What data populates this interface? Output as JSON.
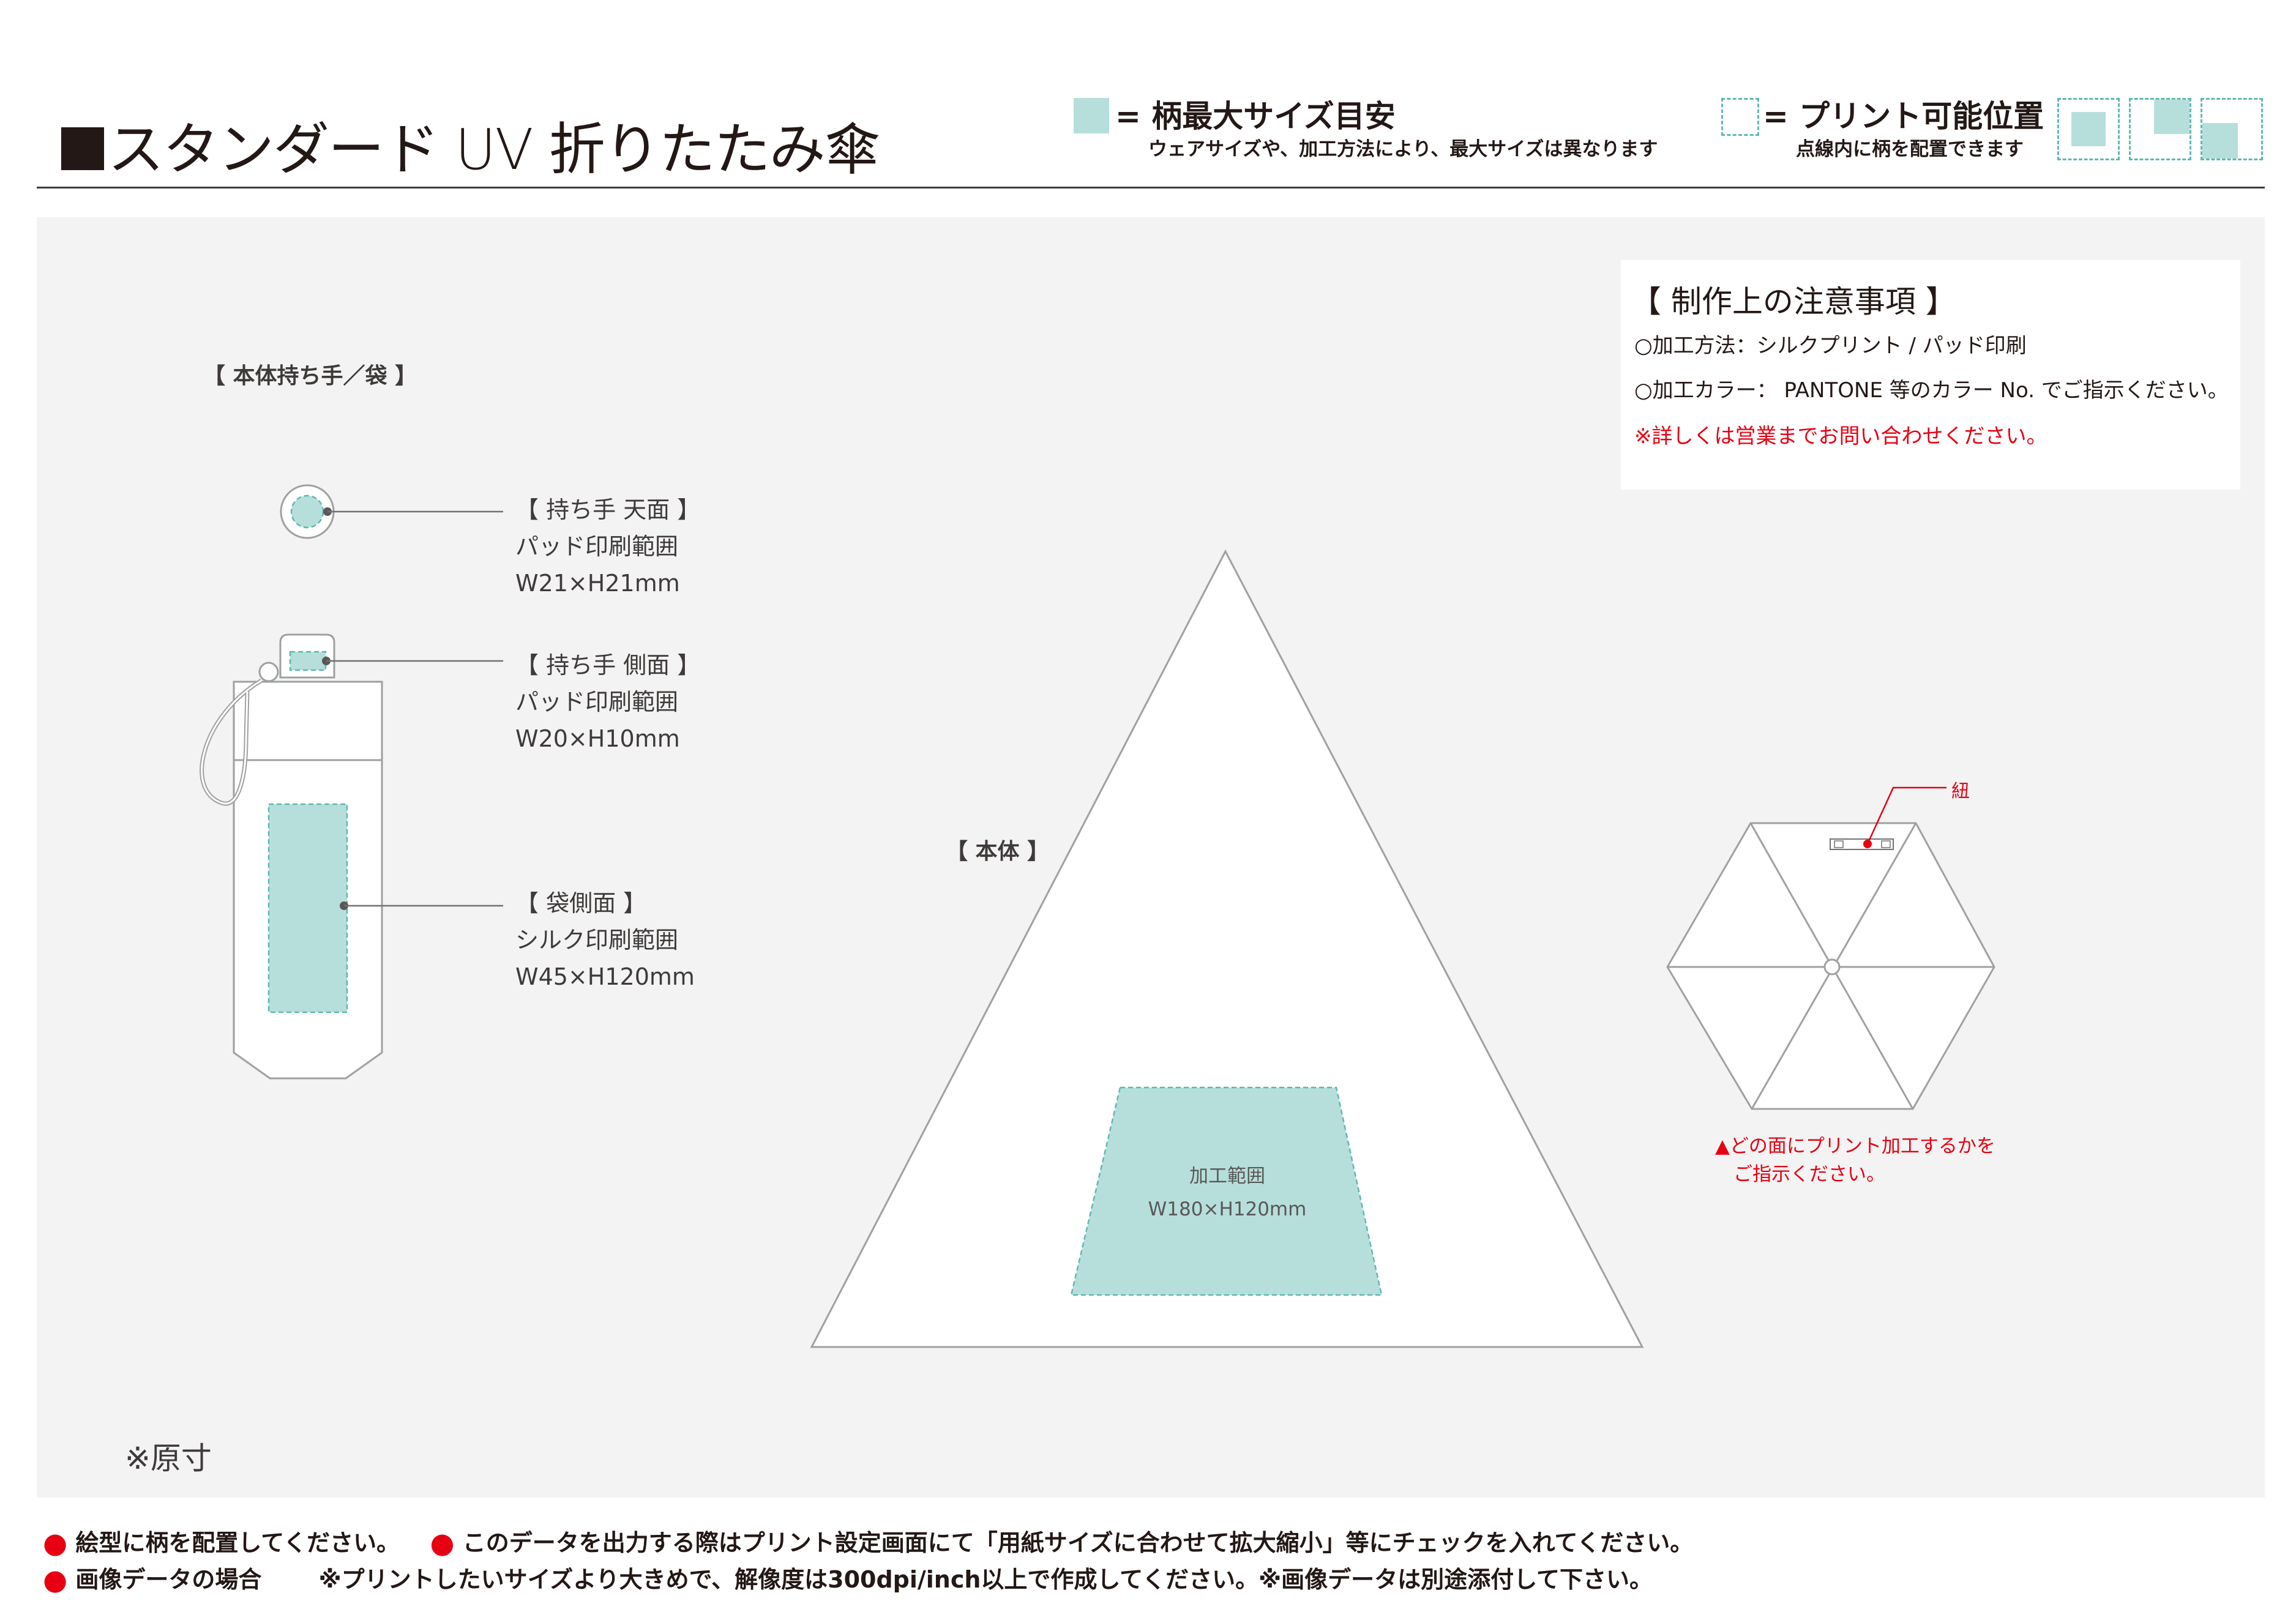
{
  "header": {
    "title": "スタンダード UV 折りたたみ傘",
    "legend_max": {
      "label": "= 柄最大サイズ目安",
      "note": "ウェアサイズや、加工方法により、最大サイズは異なります"
    },
    "legend_print": {
      "label": "= プリント可能位置",
      "note": "点線内に柄を配置できます"
    }
  },
  "notes": {
    "heading": "【 制作上の注意事項 】",
    "lines": [
      "○加工方法：シルクプリント / パッド印刷",
      "○加工カラー： PANTONE 等のカラー No. でご指示ください。"
    ],
    "warning": "※詳しくは営業までお問い合わせください。"
  },
  "sections": {
    "handle_bag": "【 本体持ち手／袋 】",
    "body": "【 本体 】"
  },
  "labels": {
    "top": {
      "title": "【 持ち手 天面 】",
      "method": "パッド印刷範囲",
      "size": "W21×H21mm"
    },
    "side": {
      "title": "【 持ち手 側面 】",
      "method": "パッド印刷範囲",
      "size": "W20×H10mm"
    },
    "bag": {
      "title": "【 袋側面 】",
      "method": "シルク印刷範囲",
      "size": "W45×H120mm"
    },
    "body_area": {
      "method": "加工範囲",
      "size": "W180×H120mm"
    },
    "strap": "紐",
    "face_note_1": "▲どの面にプリント加工するかを",
    "face_note_2": "ご指示ください。",
    "scale": "※原寸"
  },
  "footer": {
    "line1_a": "絵型に柄を配置してください。",
    "line1_b": "このデータを出力する際はプリント設定画面にて「用紙サイズに合わせて拡大縮小」等にチェックを入れてください。",
    "line2_a": "画像データの場合",
    "line2_b": "※プリントしたいサイズより大きめで、解像度は300dpi/inch以上で作成してください。※画像データは別途添付して下さい。"
  },
  "colors": {
    "print_area": "#b6dfdb",
    "accent_red": "#e60012",
    "panel": "#f3f3f3"
  }
}
